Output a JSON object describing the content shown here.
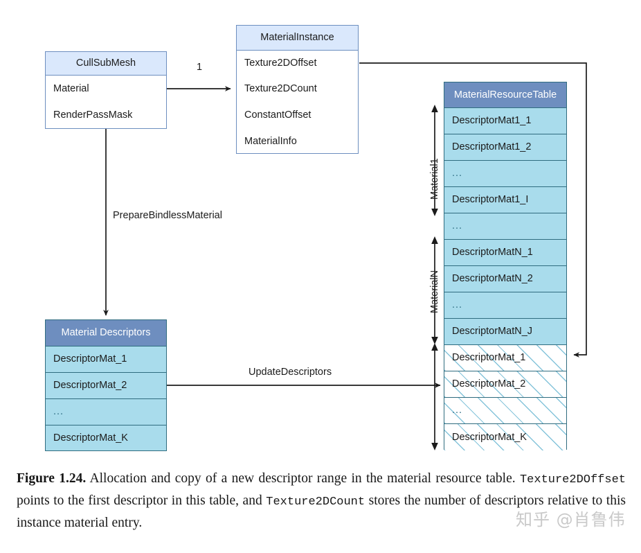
{
  "figure": {
    "number": "Figure 1.24.",
    "caption_part1": " Allocation and copy of a new descriptor range in the material resource table. ",
    "code1": "Texture2DOffset",
    "caption_part2": " points to the first descriptor in this table, and ",
    "code2": "Texture2DCount",
    "caption_part3": " stores the number of descriptors relative to this instance material entry."
  },
  "watermark": {
    "text": "知乎 @肖鲁伟"
  },
  "colors": {
    "uml_header_fill": "#DAE8FC",
    "uml_border": "#6C8EBF",
    "table_header_fill": "#6E8EBF",
    "table_row_fill": "#A9DCEC",
    "table_border": "#2F6C7F",
    "hatch_stroke": "#70BAD4",
    "arrow": "#1b1b1b"
  },
  "cull_sub_mesh": {
    "title": "CullSubMesh",
    "rows": [
      "Material",
      "RenderPassMask"
    ]
  },
  "material_instance": {
    "title": "MaterialInstance",
    "rows": [
      "Texture2DOffset",
      "Texture2DCount",
      "ConstantOffset",
      "MaterialInfo"
    ]
  },
  "material_descriptors": {
    "title": "Material Descriptors",
    "rows": [
      "DescriptorMat_1",
      "DescriptorMat_2",
      "...",
      "DescriptorMat_K"
    ]
  },
  "material_resource_table": {
    "title": "MaterialResourceTable",
    "rows": [
      {
        "label": "DescriptorMat1_1",
        "style": "filled"
      },
      {
        "label": "DescriptorMat1_2",
        "style": "filled"
      },
      {
        "label": "...",
        "style": "filled-ellipsis"
      },
      {
        "label": "DescriptorMat1_I",
        "style": "filled"
      },
      {
        "label": "...",
        "style": "filled-ellipsis"
      },
      {
        "label": "DescriptorMatN_1",
        "style": "filled"
      },
      {
        "label": "DescriptorMatN_2",
        "style": "filled"
      },
      {
        "label": "...",
        "style": "filled-ellipsis"
      },
      {
        "label": "DescriptorMatN_J",
        "style": "filled"
      },
      {
        "label": "DescriptorMat_1",
        "style": "hatched"
      },
      {
        "label": "DescriptorMat_2",
        "style": "hatched"
      },
      {
        "label": "...",
        "style": "hatched-ellipsis"
      },
      {
        "label": "DescriptorMat_K",
        "style": "hatched"
      }
    ]
  },
  "range_brackets": [
    {
      "label": "Material1"
    },
    {
      "label": "MaterialN"
    },
    {
      "label": ""
    }
  ],
  "edges": {
    "multiplicity_one": "1",
    "prepare_bindless_material": "PrepareBindlessMaterial",
    "update_descriptors": "UpdateDescriptors"
  }
}
